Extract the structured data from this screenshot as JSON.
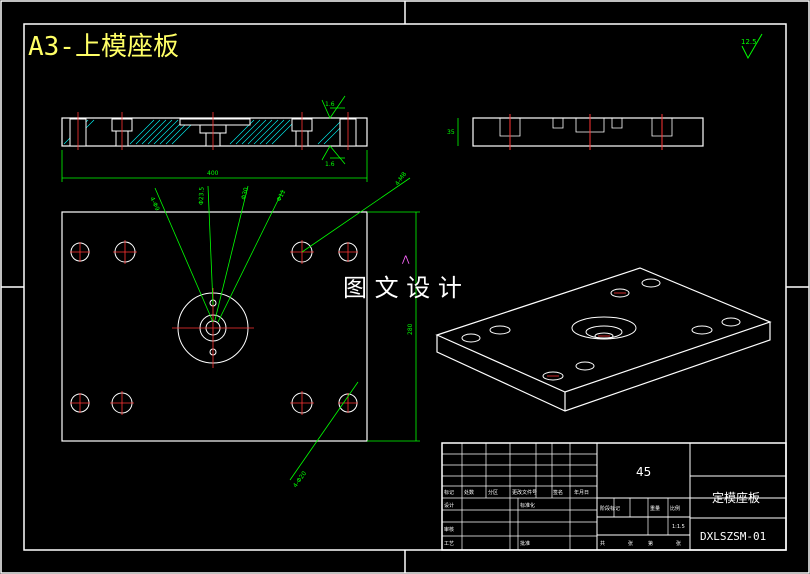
{
  "sheet": {
    "title": "A3-上模座板",
    "watermark": "图 文 设 计",
    "surface_symbol": "12.5"
  },
  "dimensions": {
    "front_length": "400",
    "front_height": "35",
    "plan_height": "280",
    "roughness_1": "1.6",
    "roughness_2": "1.6",
    "leader_1": "4-Φ9",
    "leader_2": "Φ23.5",
    "leader_3": "Φ30",
    "leader_4": "Φ11",
    "leader_5": "4-M8",
    "leader_6": "4-Φ20"
  },
  "title_block": {
    "material": "45",
    "part_name": "定模座板",
    "drawing_number": "DXLSZSM-01",
    "scale": "1:1.5",
    "row_labels": [
      "标记",
      "处数",
      "分区",
      "更改文件号",
      "签名",
      "年月日"
    ],
    "design": "设计",
    "standardize": "标准化",
    "review": "审核",
    "process": "工艺",
    "approve": "批准",
    "stage_mark": "阶段标记",
    "weight": "重量",
    "ratio": "比例",
    "sheets_total": "共",
    "sheet": "张",
    "of": "第",
    "sheet2": "张"
  },
  "colors": {
    "line": "#ffffff",
    "dim": "#00ff00",
    "title": "#ffff66",
    "hatch": "#00ffff",
    "center": "#ff3333",
    "frame": "#ffffff"
  }
}
